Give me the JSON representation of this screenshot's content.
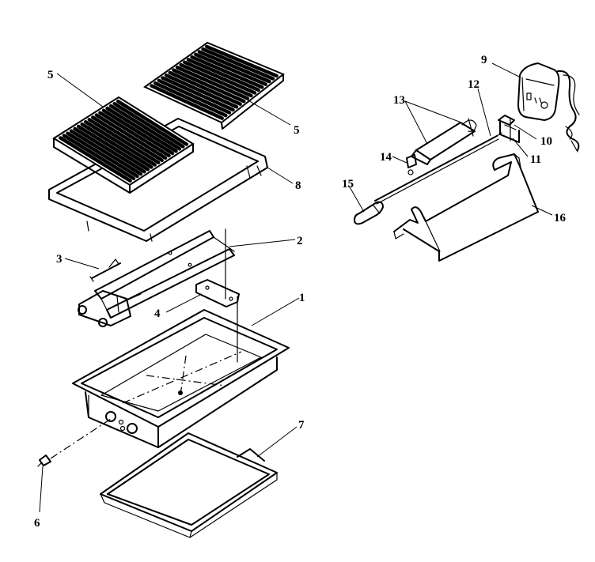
{
  "labels": {
    "p1": "1",
    "p2": "2",
    "p3": "3",
    "p4": "4",
    "p5a": "5",
    "p5b": "5",
    "p6": "6",
    "p7": "7",
    "p8": "8",
    "p9": "9",
    "p10": "10",
    "p11": "11",
    "p12": "12",
    "p13": "13",
    "p14": "14",
    "p15": "15",
    "p16": "16"
  }
}
